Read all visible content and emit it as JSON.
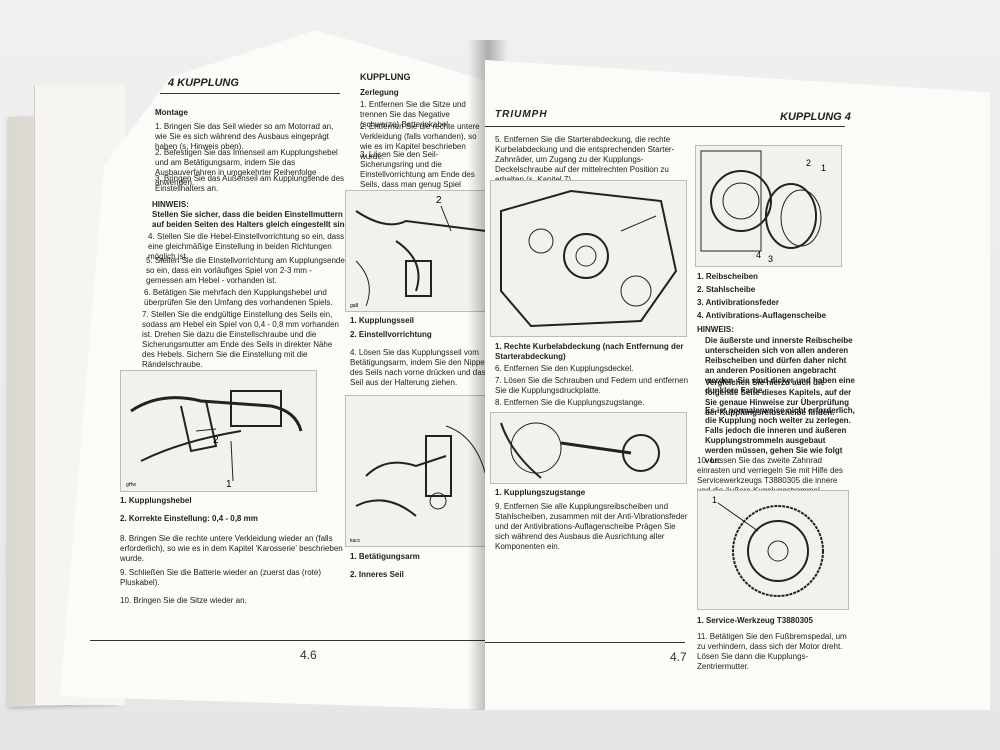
{
  "left": {
    "header": "4 KUPPLUNG",
    "montage_title": "Montage",
    "steps_a": [
      "1. Bringen Sie das Seil wieder so am Motorrad an, wie Sie es sich während des Ausbaus eingeprägt haben (s. Hinweis oben).",
      "2. Befestigen Sie das Innenseil am Kupplungshebel und am Betätigungsarm, indem Sie das Ausbauverfahren in umgekehrter Reihenfolge anwenden.",
      "3. Bringen Sie das Außenseil am Kupplungsende des Einstellhalters an."
    ],
    "hinweis": "HINWEIS:",
    "hinweis_text": "Stellen Sie sicher, dass die beiden Einstellmuttern auf beiden Seiten des Halters gleich eingestellt sind.",
    "steps_b": [
      "4. Stellen Sie die Hebel-Einstellvorrichtung so ein, dass eine gleichmäßige Einstellung in beiden Richtungen möglich ist.",
      "5. Stellen Sie die Einstellvorrichtung am Kupplungsende so ein, dass ein vorläufiges Spiel von 2-3 mm - gemessen am Hebel - vorhanden ist.",
      "6. Betätigen Sie mehrfach den Kupplungshebel und überprüfen Sie den Umfang des vorhandenen Spiels.",
      "7. Stellen Sie die endgültige Einstellung des Seils ein, sodass am Hebel ein Spiel von 0,4 - 0,8 mm vorhanden ist. Drehen Sie dazu die Einstellschraube und die Sicherungsmutter am Ende des Seils in direkter Nähe des Hebels. Sichern Sie die Einstellung mit die Rändelschraube."
    ],
    "fig_callouts": [
      "2",
      "1"
    ],
    "fig_code": "gHw",
    "legend": [
      "1. Kupplungshebel",
      "2. Korrekte Einstellung: 0,4 - 0,8 mm"
    ],
    "steps_c": [
      "8. Bringen Sie die rechte untere Verkleidung wieder an (falls erforderlich), so wie es in dem Kapitel 'Karosserie' beschrieben wurde.",
      "9. Schließen Sie die Batterie wieder an (zuerst das (rote) Pluskabel).",
      "10. Bringen Sie die Sitze wieder an."
    ],
    "page_number": "4.6"
  },
  "middle": {
    "header": "KUPPLUNG",
    "zerlegung": "Zerlegung",
    "steps": [
      "1. Entfernen Sie die Sitze und trennen Sie das Negative (schwarze) Batteriekabel.",
      "2. Entfernen Sie die rechte untere Verkleidung (falls vorhanden), so wie es im Kapitel beschrieben wurde.",
      "3. Lösen Sie den Seil-Sicherungsring und die Einstellvorrichtung am Ende des Seils, dass man genug Spiel erhält."
    ],
    "fig_callout": "2",
    "fig_code": "ga8",
    "legend": [
      "1. Kupplungsseil",
      "2. Einstellvorrichtung"
    ],
    "step4": "4. Lösen Sie das Kupplungsseil vom Betätigungsarm, indem Sie den Nippel des Seils nach vorne drücken und das Seil aus der Halterung ziehen.",
    "fig2_code": "kacc",
    "legend2": [
      "1. Betätigungsarm",
      "2. Inneres Seil"
    ]
  },
  "right": {
    "brand": "TRIUMPH",
    "header": "KUPPLUNG 4",
    "step5": "5. Entfernen Sie die Starterabdeckung, die rechte Kurbelabdeckung und die entsprechenden Starter-Zahnräder, um Zugang zu der Kupplungs-Deckelschraube auf der mittelrechten Position zu erhalten (s. Kapitel 7).",
    "fig1_legend": "1. Rechte Kurbelabdeckung (nach Entfernung der Starterabdeckung)",
    "steps_mid": [
      "6. Entfernen Sie den Kupplungsdeckel.",
      "7. Lösen Sie die Schrauben und Federn und entfernen Sie die Kupplungsdruckplatte.",
      "8. Entfernen Sie die Kupplungszugstange."
    ],
    "fig2_legend": "1. Kupplungszugstange",
    "step9": "9. Entfernen Sie alle Kupplungsreibscheiben und Stahlscheiben, zusammen mit der Anti-Vibrationsfeder und der Antivibrations-Auflagenscheibe Prägen Sie sich während des Ausbaus die Ausrichtung aller Komponenten ein.",
    "fig3_callouts": [
      "2",
      "1",
      "4",
      "3"
    ],
    "parts": [
      "1. Reibscheiben",
      "2. Stahlscheibe",
      "3. Antivibrationsfeder",
      "4. Antivibrations-Auflagenscheibe"
    ],
    "hinweis": "HINWEIS:",
    "notes": [
      "Die äußerste und innerste Reibscheibe unterscheiden sich von allen anderen Reibscheiben und dürfen daher nicht an anderen Positionen angebracht werden. Sie sind dicker und haben eine dunklere Farbe.",
      "Vergleichen Sie hierzu auch die folgende Seite dieses Kapitels, auf der Sie genaue Hinweise zur Überprüfung der Kupplungsreibscheibe finden.",
      "Es ist normalerweise nicht erforderlich, die Kupplung noch weiter zu zerlegen. Falls jedoch die inneren und äußeren Kupplungstrommeln ausgebaut werden müssen, gehen Sie wie folgt vor:"
    ],
    "step10": "10. Lassen Sie das zweite Zahnrad einrasten und verriegeln Sie mit Hilfe des Servicewerkzeugs T3880305 die innere und die äußere Kupplungstrommel.",
    "fig4_callout": "1",
    "fig4_legend": "1. Service-Werkzeug T3880305",
    "step11": "11. Betätigen Sie den Fußbremspedal, um zu verhindern, dass sich der Motor dreht. Lösen Sie dann die Kupplungs-Zentriermutter.",
    "page_number": "4.7"
  }
}
